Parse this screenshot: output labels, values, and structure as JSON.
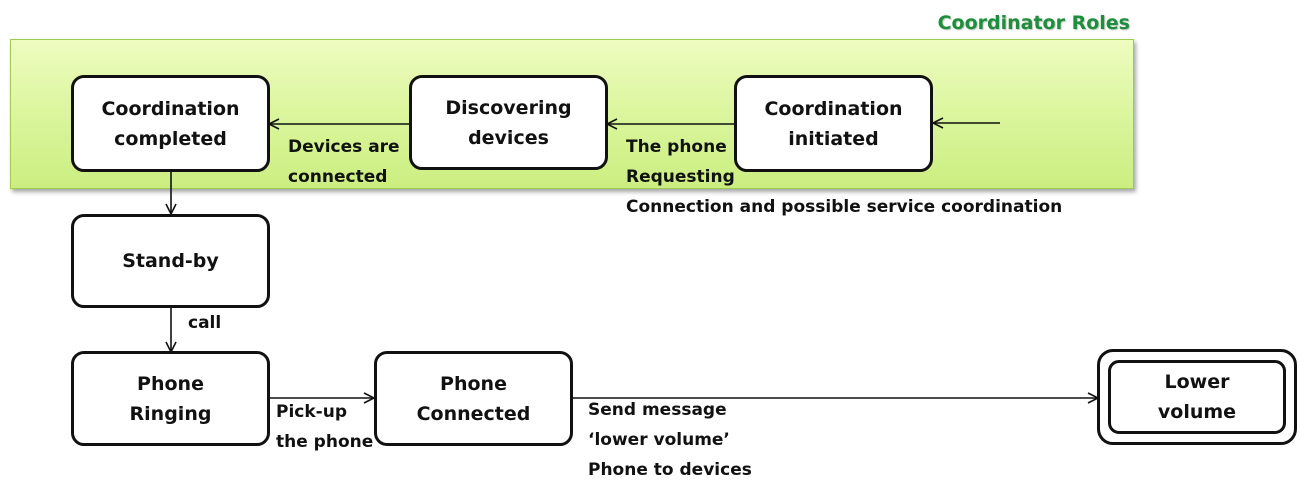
{
  "region": {
    "title": "Coordinator Roles",
    "fill_color": "#d9f59a",
    "title_color": "#1d8f3a"
  },
  "states": {
    "coordination_completed": "Coordination\ncompleted",
    "discovering_devices": "Discovering\ndevices",
    "coordination_initiated": "Coordination\ninitiated",
    "stand_by": "Stand-by",
    "phone_ringing": "Phone\nRinging",
    "phone_connected": "Phone\nConnected",
    "lower_volume": "Lower\nvolume"
  },
  "transitions": {
    "devices_connected": "Devices are\nconnected",
    "phone_requesting": "The phone\nRequesting\nConnection and possible service coordination",
    "call": "call",
    "pick_up": "Pick-up\nthe phone",
    "send_message": "Send message\n‘lower volume’\nPhone to devices"
  }
}
